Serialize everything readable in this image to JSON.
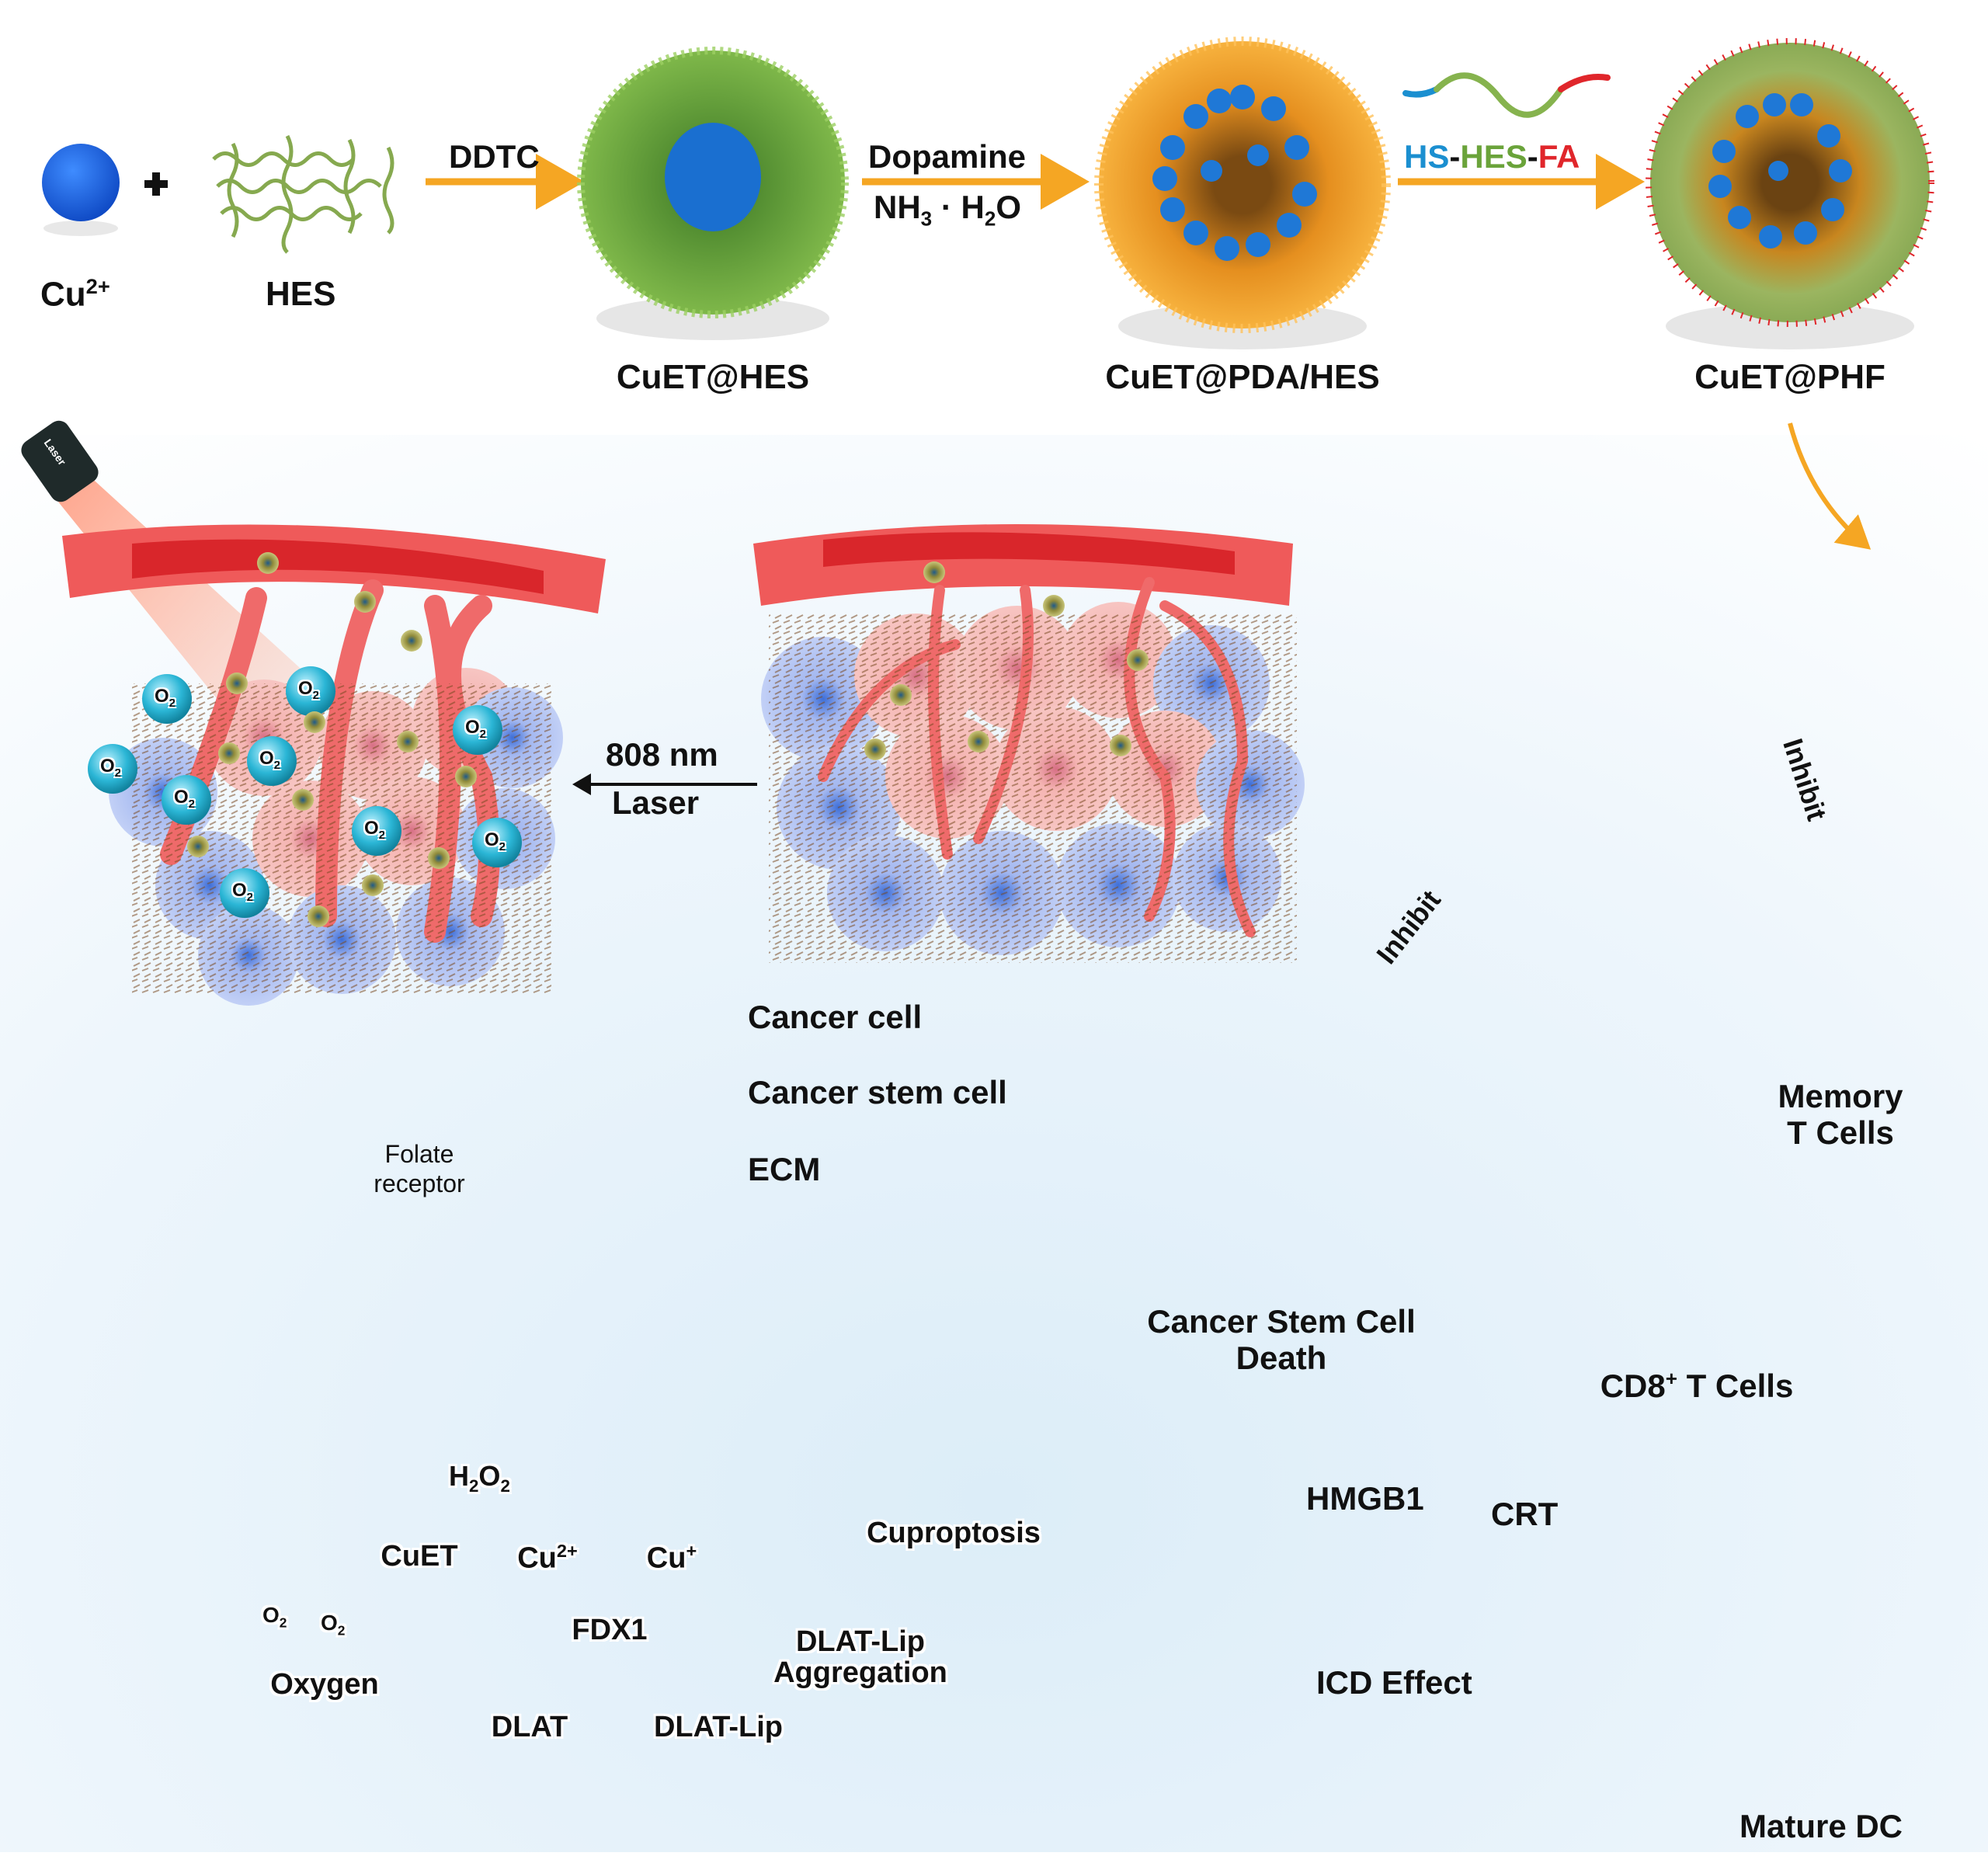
{
  "figure": {
    "title": "CuET@PHF synthesis and cuproptosis-mediated anti-cancer stem cell immunotherapy schematic",
    "synthesis": {
      "reagent_1": {
        "base": "Cu",
        "sup": "2+"
      },
      "plus": "+",
      "reagent_2": "HES",
      "step_1_label": "DDTC",
      "product_1": "CuET@HES",
      "step_2_label_line1": "Dopamine",
      "step_2_label_line2": {
        "a": "NH",
        "a_sub": "3",
        "dot": " · ",
        "b": "H",
        "b_sub": "2",
        "c": "O"
      },
      "product_2": "CuET@PDA/HES",
      "step_3_label": {
        "part1": "HS",
        "sep1": "-",
        "part2": "HES",
        "sep2": "-",
        "part3": "FA"
      },
      "product_3": "CuET@PHF"
    },
    "tumor": {
      "laser_device_label": "Laser",
      "laser_arrow_line1": "808 nm",
      "laser_arrow_line2": "Laser",
      "oxygen_bubble_label": {
        "base": "O",
        "sub": "2"
      }
    },
    "legend": {
      "items": [
        {
          "label": "Cancer cell",
          "icon": "cancer-cell-icon",
          "color": "#f2a5a5"
        },
        {
          "label": "Cancer stem cell",
          "icon": "cancer-stem-cell-icon",
          "color": "#9fb3ee"
        },
        {
          "label": "ECM",
          "icon": "ecm-fiber-icon",
          "color": "#8a4f1e"
        }
      ]
    },
    "mouse": {
      "inhibit_label_1": "Inhibit",
      "inhibit_label_2": "Inhibit"
    },
    "cell_uptake": {
      "receptor_label_line1": "Folate",
      "receptor_label_line2": "receptor"
    },
    "mitochondria": {
      "h2o2": {
        "a": "H",
        "a_sub": "2",
        "b": "O",
        "b_sub": "2"
      },
      "cuet": "CuET",
      "cu2": {
        "base": "Cu",
        "sup": "2+"
      },
      "cu1": {
        "base": "Cu",
        "sup": "+"
      },
      "oxygen": "Oxygen",
      "fdx1": "FDX1",
      "dlat": "DLAT",
      "dlat_lip": "DLAT-Lip",
      "aggregation_line1": "DLAT-Lip",
      "aggregation_line2": "Aggregation",
      "cuproptosis": "Cuproptosis"
    },
    "immune": {
      "csc_death_line1": "Cancer Stem Cell",
      "csc_death_line2": "Death",
      "memory_line1": "Memory",
      "memory_line2": "T Cells",
      "cd8": {
        "base": "CD8",
        "sup": "+",
        "rest": " T Cells"
      },
      "hmgb1": "HMGB1",
      "crt": "CRT",
      "icd": "ICD Effect",
      "dc": "Mature DC"
    },
    "colors": {
      "arrow_orange": "#f5a623",
      "hs_blue": "#1b8fd0",
      "hes_green": "#6aa33a",
      "fa_red": "#e0262b",
      "cu_blue": "#1a63d6",
      "vessel_red": "#ef4b4b",
      "o2_cyan": "#2bb6d6",
      "background_blue": "#e6f3fb",
      "cell_interior": "#a9b3d8",
      "mito_pink": "#f4a39a",
      "hmgb1_teal": "#1a9a98"
    }
  }
}
